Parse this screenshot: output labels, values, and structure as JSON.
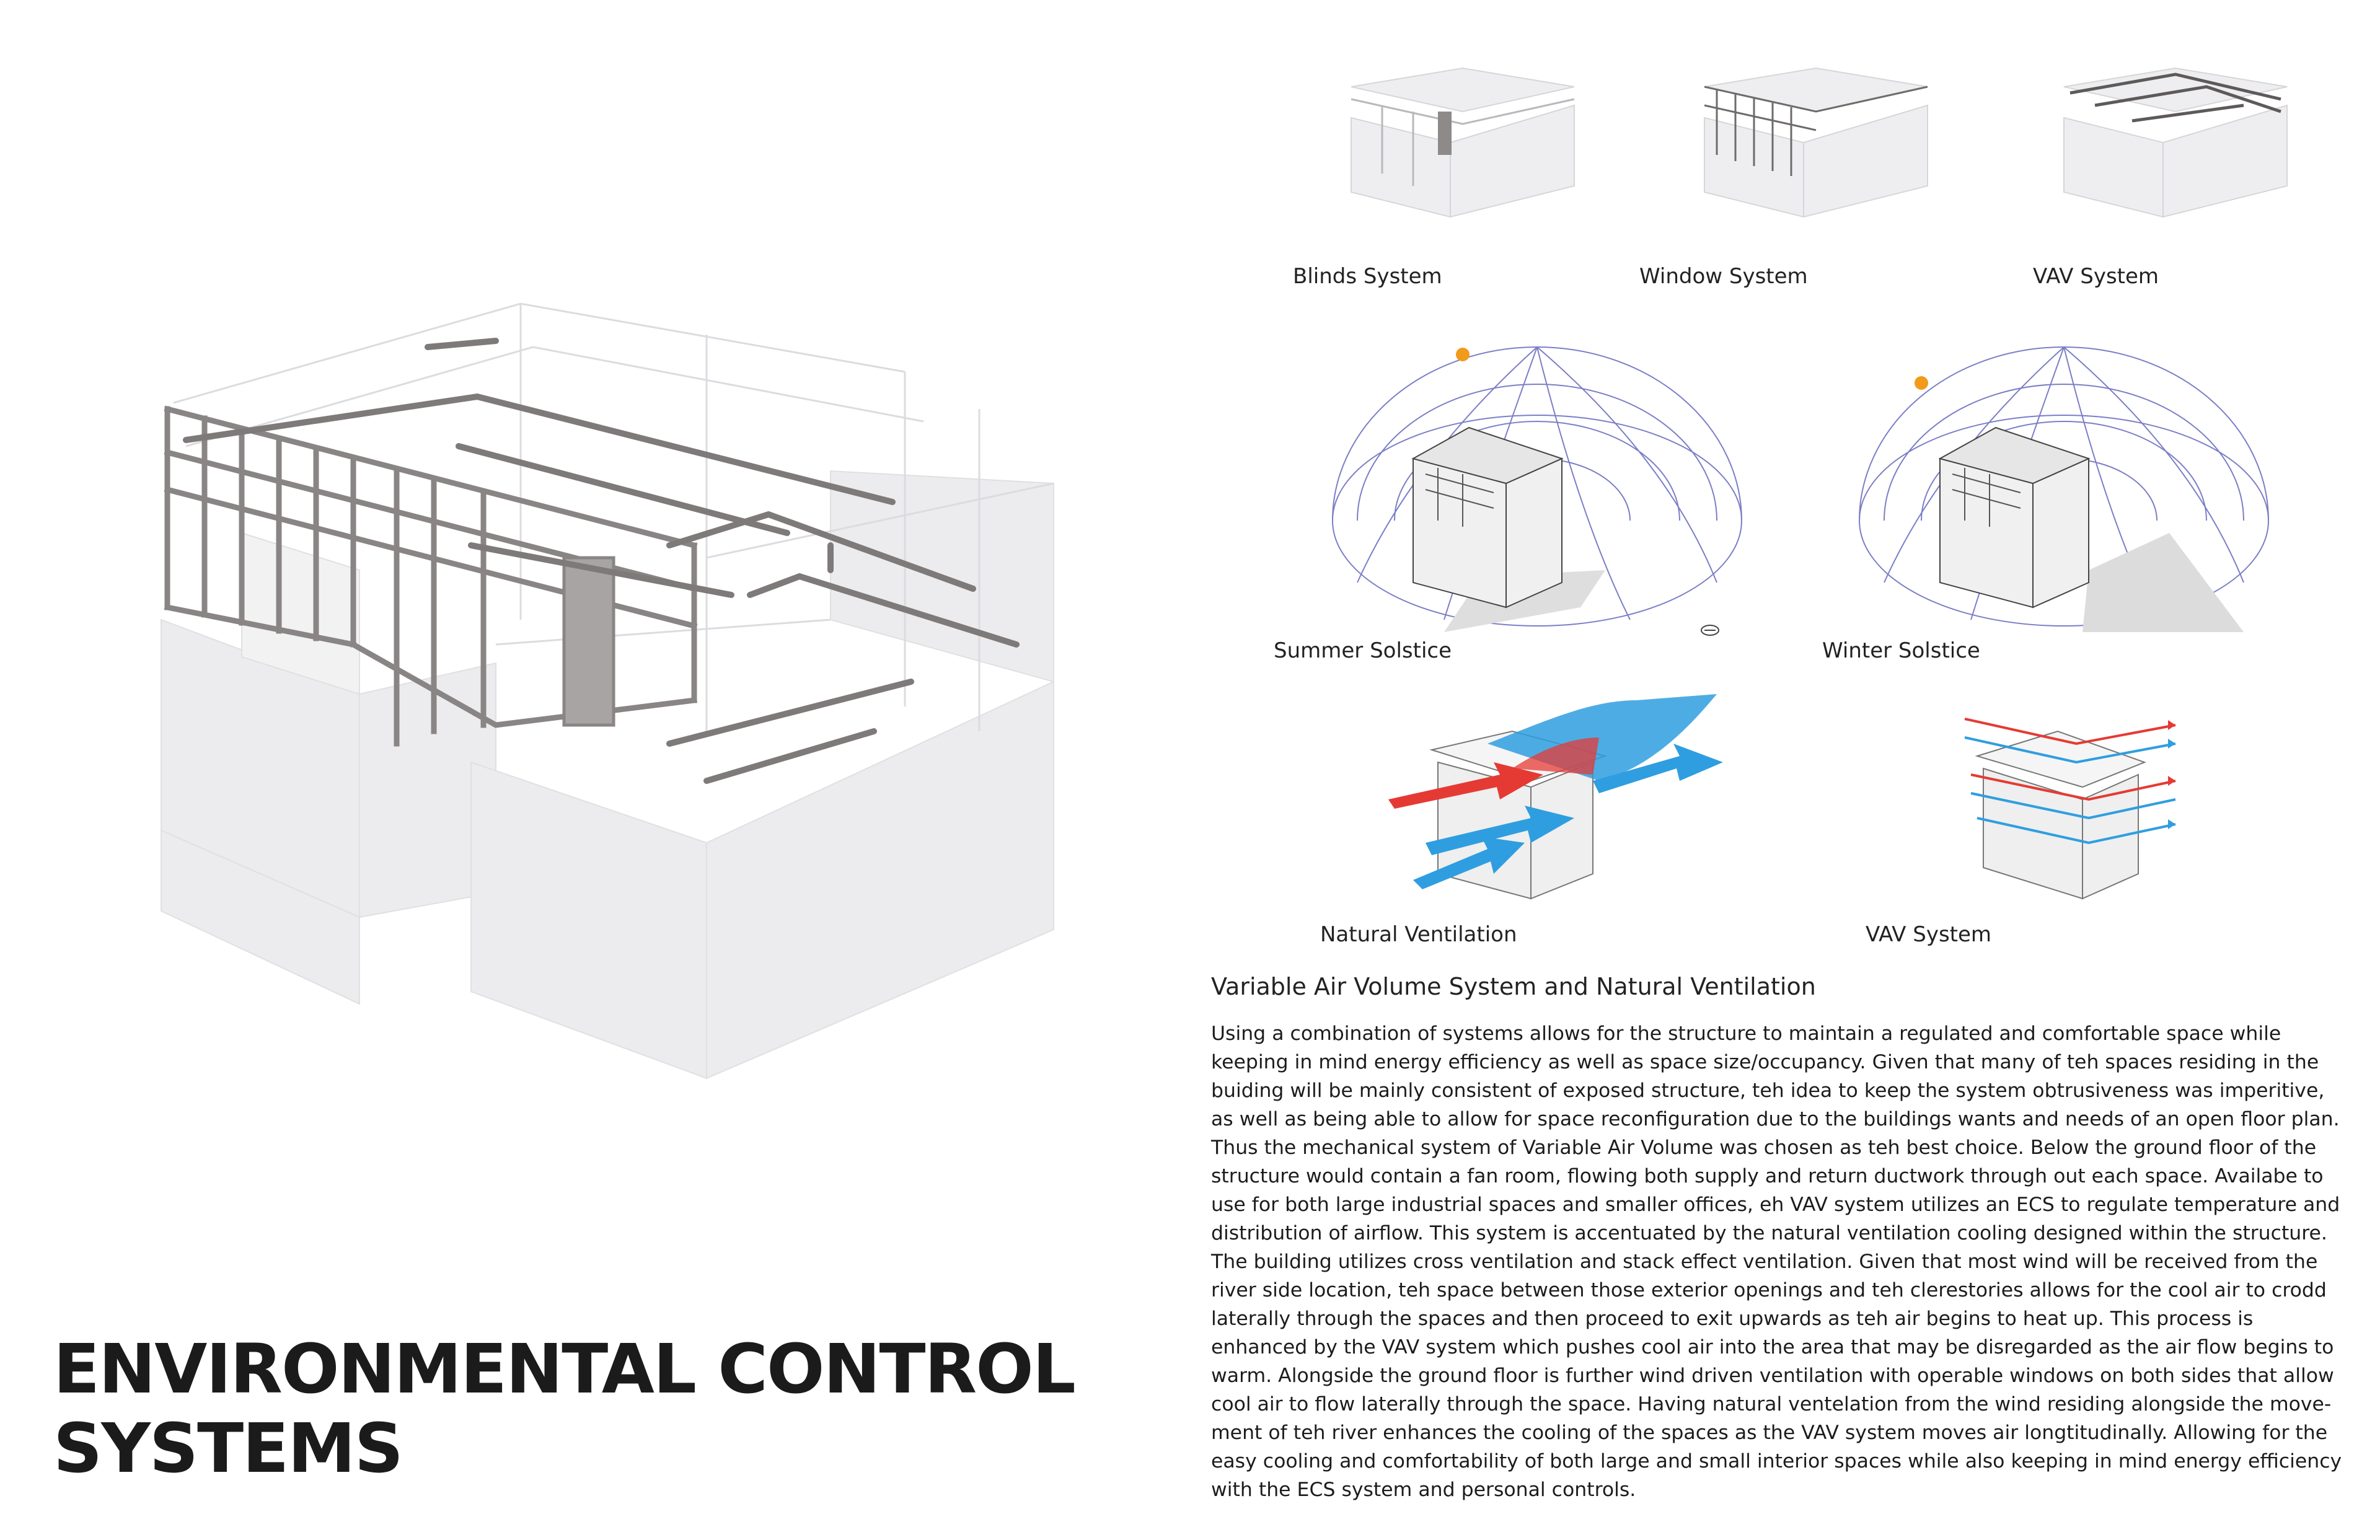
{
  "title": {
    "line1": "ENVIRONMENTAL CONTROL",
    "line2": "SYSTEMS"
  },
  "captions": {
    "blinds": "Blinds System",
    "window": "Window System",
    "vav_top": "VAV System",
    "summer": "Summer Solstice",
    "winter": "Winter Solstice",
    "natural_ventilation": "Natural Ventilation",
    "vav_bottom": "VAV System"
  },
  "section": {
    "heading": "Variable Air Volume System and Natural Ventilation",
    "body": "Using a combination of systems allows for the structure to maintain a regulated and comfortable space while keeping in mind energy efficiency as well as space size/occupancy. Given that many of teh spaces residing in the buiding will be mainly consistent of exposed structure, teh idea to keep the system obtrusiveness was imperitive, as well as being able to allow for space reconfiguration due to the buildings wants and needs of an open floor plan. Thus the mechanical system of Variable Air Volume was chosen as teh best choice. Below the ground floor of the structure would contain a fan room, flowing both supply and return ductwork through out each space. Availabe to use for both large industrial spaces and smaller offices, eh VAV system utilizes an ECS to regulate temperature and distribution of airflow. This system is accentuated by the natural ventilation cooling designed within the structure. The building utilizes cross ventilation and stack effect ventilation. Given that most wind will be received from the river side location, teh space between those exterior openings and teh clerestories allows for the cool air to crodd laterally through the spaces and then proceed to exit upwards as teh air begins to heat up. This process is enhanced by the VAV system which pushes cool air into the area that may be disregarded as the air flow begins to warm. Alongside the ground floor is further wind driven ventilation with operable windows on both sides that allow cool air to flow laterally through the space. Having natural ventelation from the wind residing alongside the move-ment of teh river enhances the cooling of the spaces as the VAV system moves air longtitudinally. Allowing for the easy cooling and comfortability of both large and small interior spaces while also keeping in mind energy efficiency  with the ECS system and personal controls."
  },
  "colors": {
    "frame": "#8a8585",
    "ghost": "#e8e8ea",
    "sun": "#f29a1a",
    "warm_air": "#e53a34",
    "cool_air": "#2f9ee0",
    "dome": "#5b5fb8"
  }
}
